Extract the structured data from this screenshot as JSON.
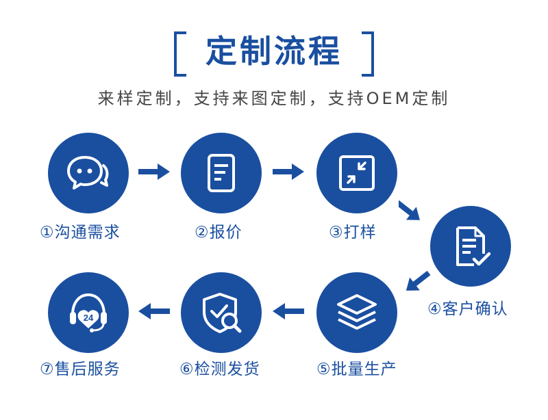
{
  "title": "定制流程",
  "subtitle": "来样定制，支持来图定制，支持OEM定制",
  "colors": {
    "brand": "#1a4fa0",
    "text": "#444444"
  },
  "steps": [
    {
      "label": "①沟通需求",
      "icon": "chat-bubbles-icon"
    },
    {
      "label": "②报价",
      "icon": "document-icon"
    },
    {
      "label": "③打样",
      "icon": "shrink-arrows-icon"
    },
    {
      "label": "④客户确认",
      "icon": "document-check-icon"
    },
    {
      "label": "⑤批量生产",
      "icon": "layers-icon"
    },
    {
      "label": "⑥检测发货",
      "icon": "shield-search-icon"
    },
    {
      "label": "⑦售后服务",
      "icon": "headset-24-icon"
    }
  ],
  "service_badge": "24"
}
